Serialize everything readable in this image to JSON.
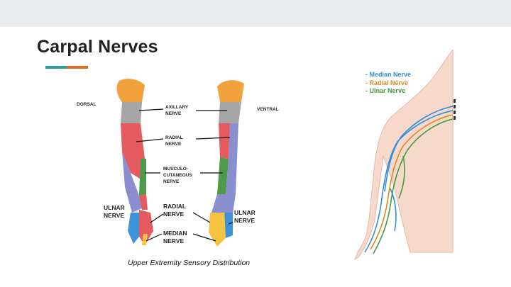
{
  "slide": {
    "title": "Carpal Nerves",
    "accent_colors": [
      "#2a9d9f",
      "#e36c1d"
    ]
  },
  "left_figure": {
    "labels": {
      "dorsal": "DORSAL",
      "ventral": "VENTRAL",
      "axillary_1": "AXILLARY",
      "axillary_2": "NERVE",
      "radial_1": "RADIAL",
      "radial_2": "NERVE",
      "musculo_1": "MUSCULO-",
      "musculo_2": "CUTANEOUS",
      "musculo_3": "NERVE",
      "ulnar_left_1": "ULNAR",
      "ulnar_left_2": "NERVE",
      "radial_hand_1": "RADIAL",
      "radial_hand_2": "NERVE",
      "ulnar_right_1": "ULNAR",
      "ulnar_right_2": "NERVE",
      "median_1": "MEDIAN",
      "median_2": "NERVE"
    },
    "caption": "Upper Extremity Sensory Distribution",
    "colors": {
      "axillary": "#f2a23c",
      "gray": "#a6a6a6",
      "radial": "#e45a5e",
      "musculo": "#4f9a4a",
      "ulnar": "#8b8fd0",
      "median": "#f5c242",
      "hand_blue": "#3d92d8"
    }
  },
  "right_figure": {
    "legend": [
      {
        "text": "- Median Nerve",
        "color": "#2f8fd8"
      },
      {
        "text": "- Radial Nerve",
        "color": "#e3861f"
      },
      {
        "text": "- Ulnar Nerve",
        "color": "#3f9c3c"
      }
    ],
    "skin_color": "#f7d9cc",
    "skin_edge": "#e6b6a4"
  }
}
